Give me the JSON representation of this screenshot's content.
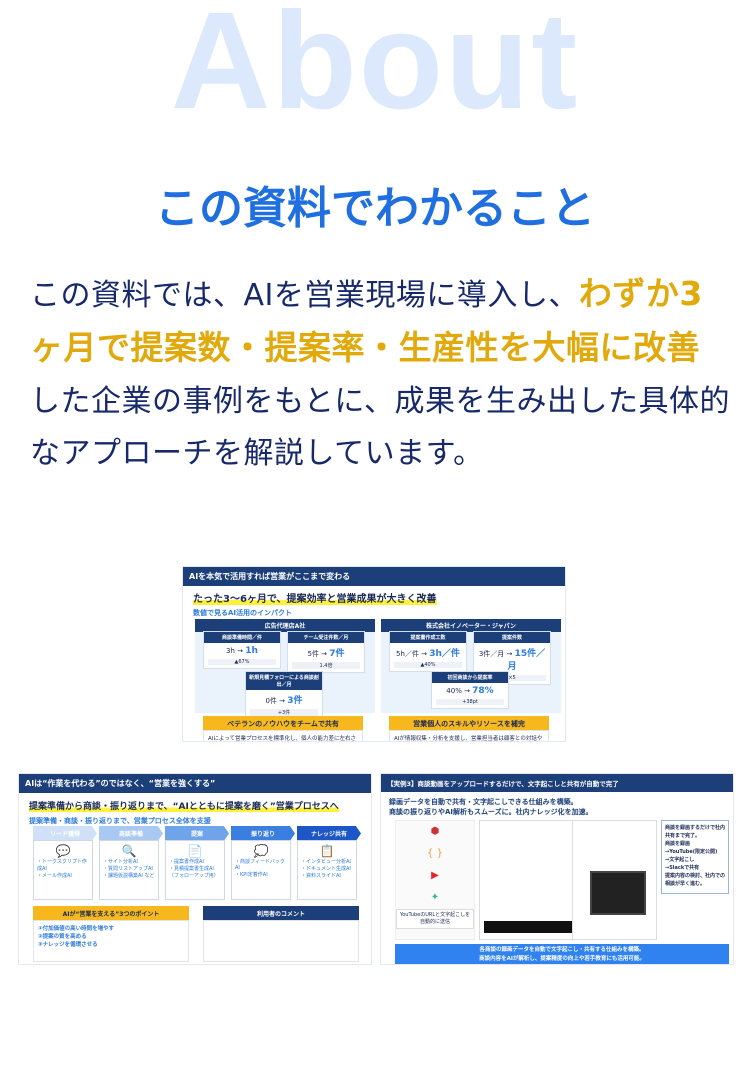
{
  "hero": {
    "bg_word": "About",
    "heading": "この資料でわかること"
  },
  "intro": {
    "part1": "この資料では、AIを営業現場に導入し、",
    "highlight": "わずか3ヶ月で提案数・提案率・生産性を大幅に改善",
    "part2": "した企業の事例をもとに、成果を生み出した具体的なアプローチを解説しています。"
  },
  "colors": {
    "heading": "#1f6fe0",
    "body": "#17286b",
    "highlight": "#e2a90c",
    "about": "#dce8fb"
  },
  "slide1": {
    "title": "AIを本気で活用すれば営業がここまで変わる",
    "headline": "たった3〜6ヶ月で、提案効率と営業成果が大きく改善",
    "sub": "数値で見るAI活用のインパクト",
    "company_a": {
      "name": "広告代理店A社",
      "cards": [
        {
          "t": "商談準備時間／件",
          "from": "3h → ",
          "to": "1h",
          "d": "▲67%"
        },
        {
          "t": "チーム受注件数／月",
          "from": "5件 → ",
          "to": "7件",
          "d": "1.4倍"
        },
        {
          "t": "新規見積フォローによる商談創出／月",
          "from": "0件 → ",
          "to": "3件",
          "d": "+3件"
        }
      ],
      "box_title": "ベテランのノウハウをチームで共有",
      "box_text": "AIによって営業プロセスを標準化し、個人の能力差に左右されない再現性の高い営業体制を構築。ベテランのノウハウが組織全体に浸透し、チーム全体の営業力が底上げされた。"
    },
    "company_b": {
      "name": "株式会社イノベーター・ジャパン",
      "cards": [
        {
          "t": "提案書作成工数",
          "from": "5h／件 → ",
          "to": "3h／件",
          "d": "▲40%"
        },
        {
          "t": "提案件数",
          "from": "3件／月 → ",
          "to": "15件／月",
          "d": "×5"
        },
        {
          "t": "初回商談から提案率",
          "from": "40% → ",
          "to": "78%",
          "d": "+38pt"
        }
      ],
      "box_title": "営業個人のスキルやリソースを補完",
      "box_text": "AIが情報収集・分析を支援し、営業担当者は顧客との対話や提案の質向上に集中できるようになった。質の高い提案が短時間で作成可能になり、成功体験を早期に獲得。"
    }
  },
  "slide2": {
    "title": "AIは“作業を代わる”のではなく、“営業を強くする”",
    "headline": "提案準備から商談・振り返りまで、“AIとともに提案を磨く”営業プロセスへ",
    "sub": "提案準備・商談・振り返りまで、営業プロセス全体を支援",
    "steps": [
      {
        "label": "リード獲得",
        "icon": "💬",
        "items": "・トークスクリプト作成AI\n・メール作成AI"
      },
      {
        "label": "商談準備",
        "icon": "🔍",
        "items": "・サイト分析AI\n・質問リストアップAI\n・課題仮説構築AI など"
      },
      {
        "label": "提案",
        "icon": "📄",
        "items": "・提案書作成AI\n・見積提案書生成AI\n（フォローアップ用）"
      },
      {
        "label": "振り返り",
        "icon": "💭",
        "items": "・商談フィードバックAI\n・KPI定着作AI"
      },
      {
        "label": "ナレッジ共有",
        "icon": "📋",
        "items": "・インタビュー分析AI\n・ドキュメント生成AI\n・資料スライドAI"
      }
    ],
    "points_title": "AIが“営業を支える”3つのポイント",
    "points": [
      "①付加価値の高い時間を増やす",
      "②提案の質を高める",
      "③ナレッジを循環させる"
    ],
    "comment_title": "利用者のコメント"
  },
  "slide3": {
    "title": "【実例3】商談動画をアップロードするだけで、文字起こしと共有が自動で完了",
    "headline1": "録画データを自動で共有・文字起こしできる仕組みを構築。",
    "headline2": "商談の振り返りやAI解析もスムーズに。社内ナレッジ化を加速。",
    "flow_note": "YouTubeのURLと文字起こしを自動的に送信",
    "bubble": "商談を録画するだけで社内共有まで完了。\n商談を録画\n→YouTube(限定公開)\n→文字起こし\n→Slackで共有\n提案内容の検討、社内での相談が早く進む。",
    "footer": "各商談の録画データを自動で文字起こし・共有する仕組みを構築。\n商談内容をAIが解析し、提案精度の向上や若手教育にも活用可能。"
  }
}
